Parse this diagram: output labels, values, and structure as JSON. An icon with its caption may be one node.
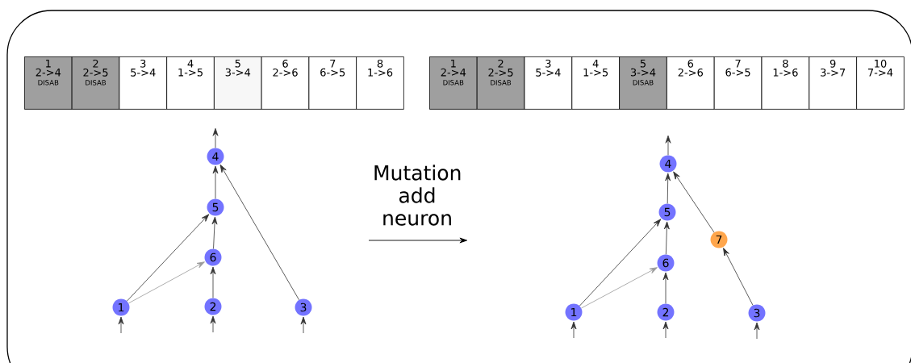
{
  "diagram": {
    "nodes": [
      {
        "text": [
          "1",
          "2->4",
          "DISAB"
        ]
      },
      {
        "text": [
          "2",
          "2->5",
          "DISAB"
        ]
      },
      {
        "text": [
          "3",
          "5->4"
        ]
      },
      {
        "text": [
          "4",
          "1->5"
        ]
      },
      {
        "text": [
          "5",
          "3->4"
        ]
      },
      {
        "text": [
          "6",
          "2->6"
        ]
      },
      {
        "text": [
          "7",
          "6->5"
        ]
      },
      {
        "text": [
          "8",
          "1->6"
        ]
      },
      {
        "text": [
          "1",
          "2->4",
          "DISAB"
        ]
      },
      {
        "text": [
          "2",
          "2->5",
          "DISAB"
        ]
      },
      {
        "text": [
          "3",
          "5->4"
        ]
      },
      {
        "text": [
          "4",
          "1->5"
        ]
      },
      {
        "text": [
          "5",
          "3->4",
          "DISAB"
        ]
      },
      {
        "text": [
          "6",
          "2->6"
        ]
      },
      {
        "text": [
          "7",
          "6->5"
        ]
      },
      {
        "text": [
          "8",
          "1->6"
        ]
      },
      {
        "text": [
          "9",
          "3->7"
        ]
      },
      {
        "text": [
          "10",
          "7->4"
        ]
      },
      {
        "text": [
          "4"
        ]
      },
      {
        "text": [
          "5"
        ]
      },
      {
        "text": [
          "6"
        ]
      },
      {
        "text": [
          "1"
        ]
      },
      {
        "text": [
          "2"
        ]
      },
      {
        "text": [
          "3"
        ]
      },
      {
        "text": [
          "4"
        ]
      },
      {
        "text": [
          "5"
        ]
      },
      {
        "text": [
          "7"
        ]
      },
      {
        "text": [
          "6"
        ]
      },
      {
        "text": [
          "1"
        ]
      },
      {
        "text": [
          "2"
        ]
      },
      {
        "text": [
          "3"
        ]
      }
    ],
    "edges": [
      {
        "from": 18,
        "to": null,
        "arrow": "to"
      },
      {
        "from": 19,
        "to": 18,
        "arrow": "to"
      },
      {
        "from": 23,
        "to": 18,
        "arrow": "to"
      },
      {
        "from": 20,
        "to": 19,
        "arrow": "to"
      },
      {
        "from": 21,
        "to": 19,
        "arrow": "to"
      },
      {
        "from": 21,
        "to": 20,
        "arrow": "to",
        "color": "#999999"
      },
      {
        "from": 22,
        "to": 20,
        "arrow": "to"
      },
      {
        "from": null,
        "to": 21,
        "arrow": "to"
      },
      {
        "from": null,
        "to": 22,
        "arrow": "to"
      },
      {
        "from": null,
        "to": 23,
        "arrow": "to"
      },
      {
        "from": 24,
        "to": null,
        "arrow": "to"
      },
      {
        "from": 25,
        "to": 24,
        "arrow": "to"
      },
      {
        "from": 26,
        "to": 24,
        "arrow": "to"
      },
      {
        "from": 27,
        "to": 25,
        "arrow": "to"
      },
      {
        "from": 28,
        "to": 25,
        "arrow": "to"
      },
      {
        "from": 28,
        "to": 27,
        "arrow": "to",
        "color": "#999999"
      },
      {
        "from": 29,
        "to": 27,
        "arrow": "to"
      },
      {
        "from": 30,
        "to": 26,
        "arrow": "to"
      },
      {
        "from": null,
        "to": 28,
        "arrow": "to"
      },
      {
        "from": null,
        "to": 29,
        "arrow": "to"
      },
      {
        "from": null,
        "to": 30,
        "arrow": "to"
      }
    ],
    "labels": [
      "Mutation add neuron"
    ]
  }
}
